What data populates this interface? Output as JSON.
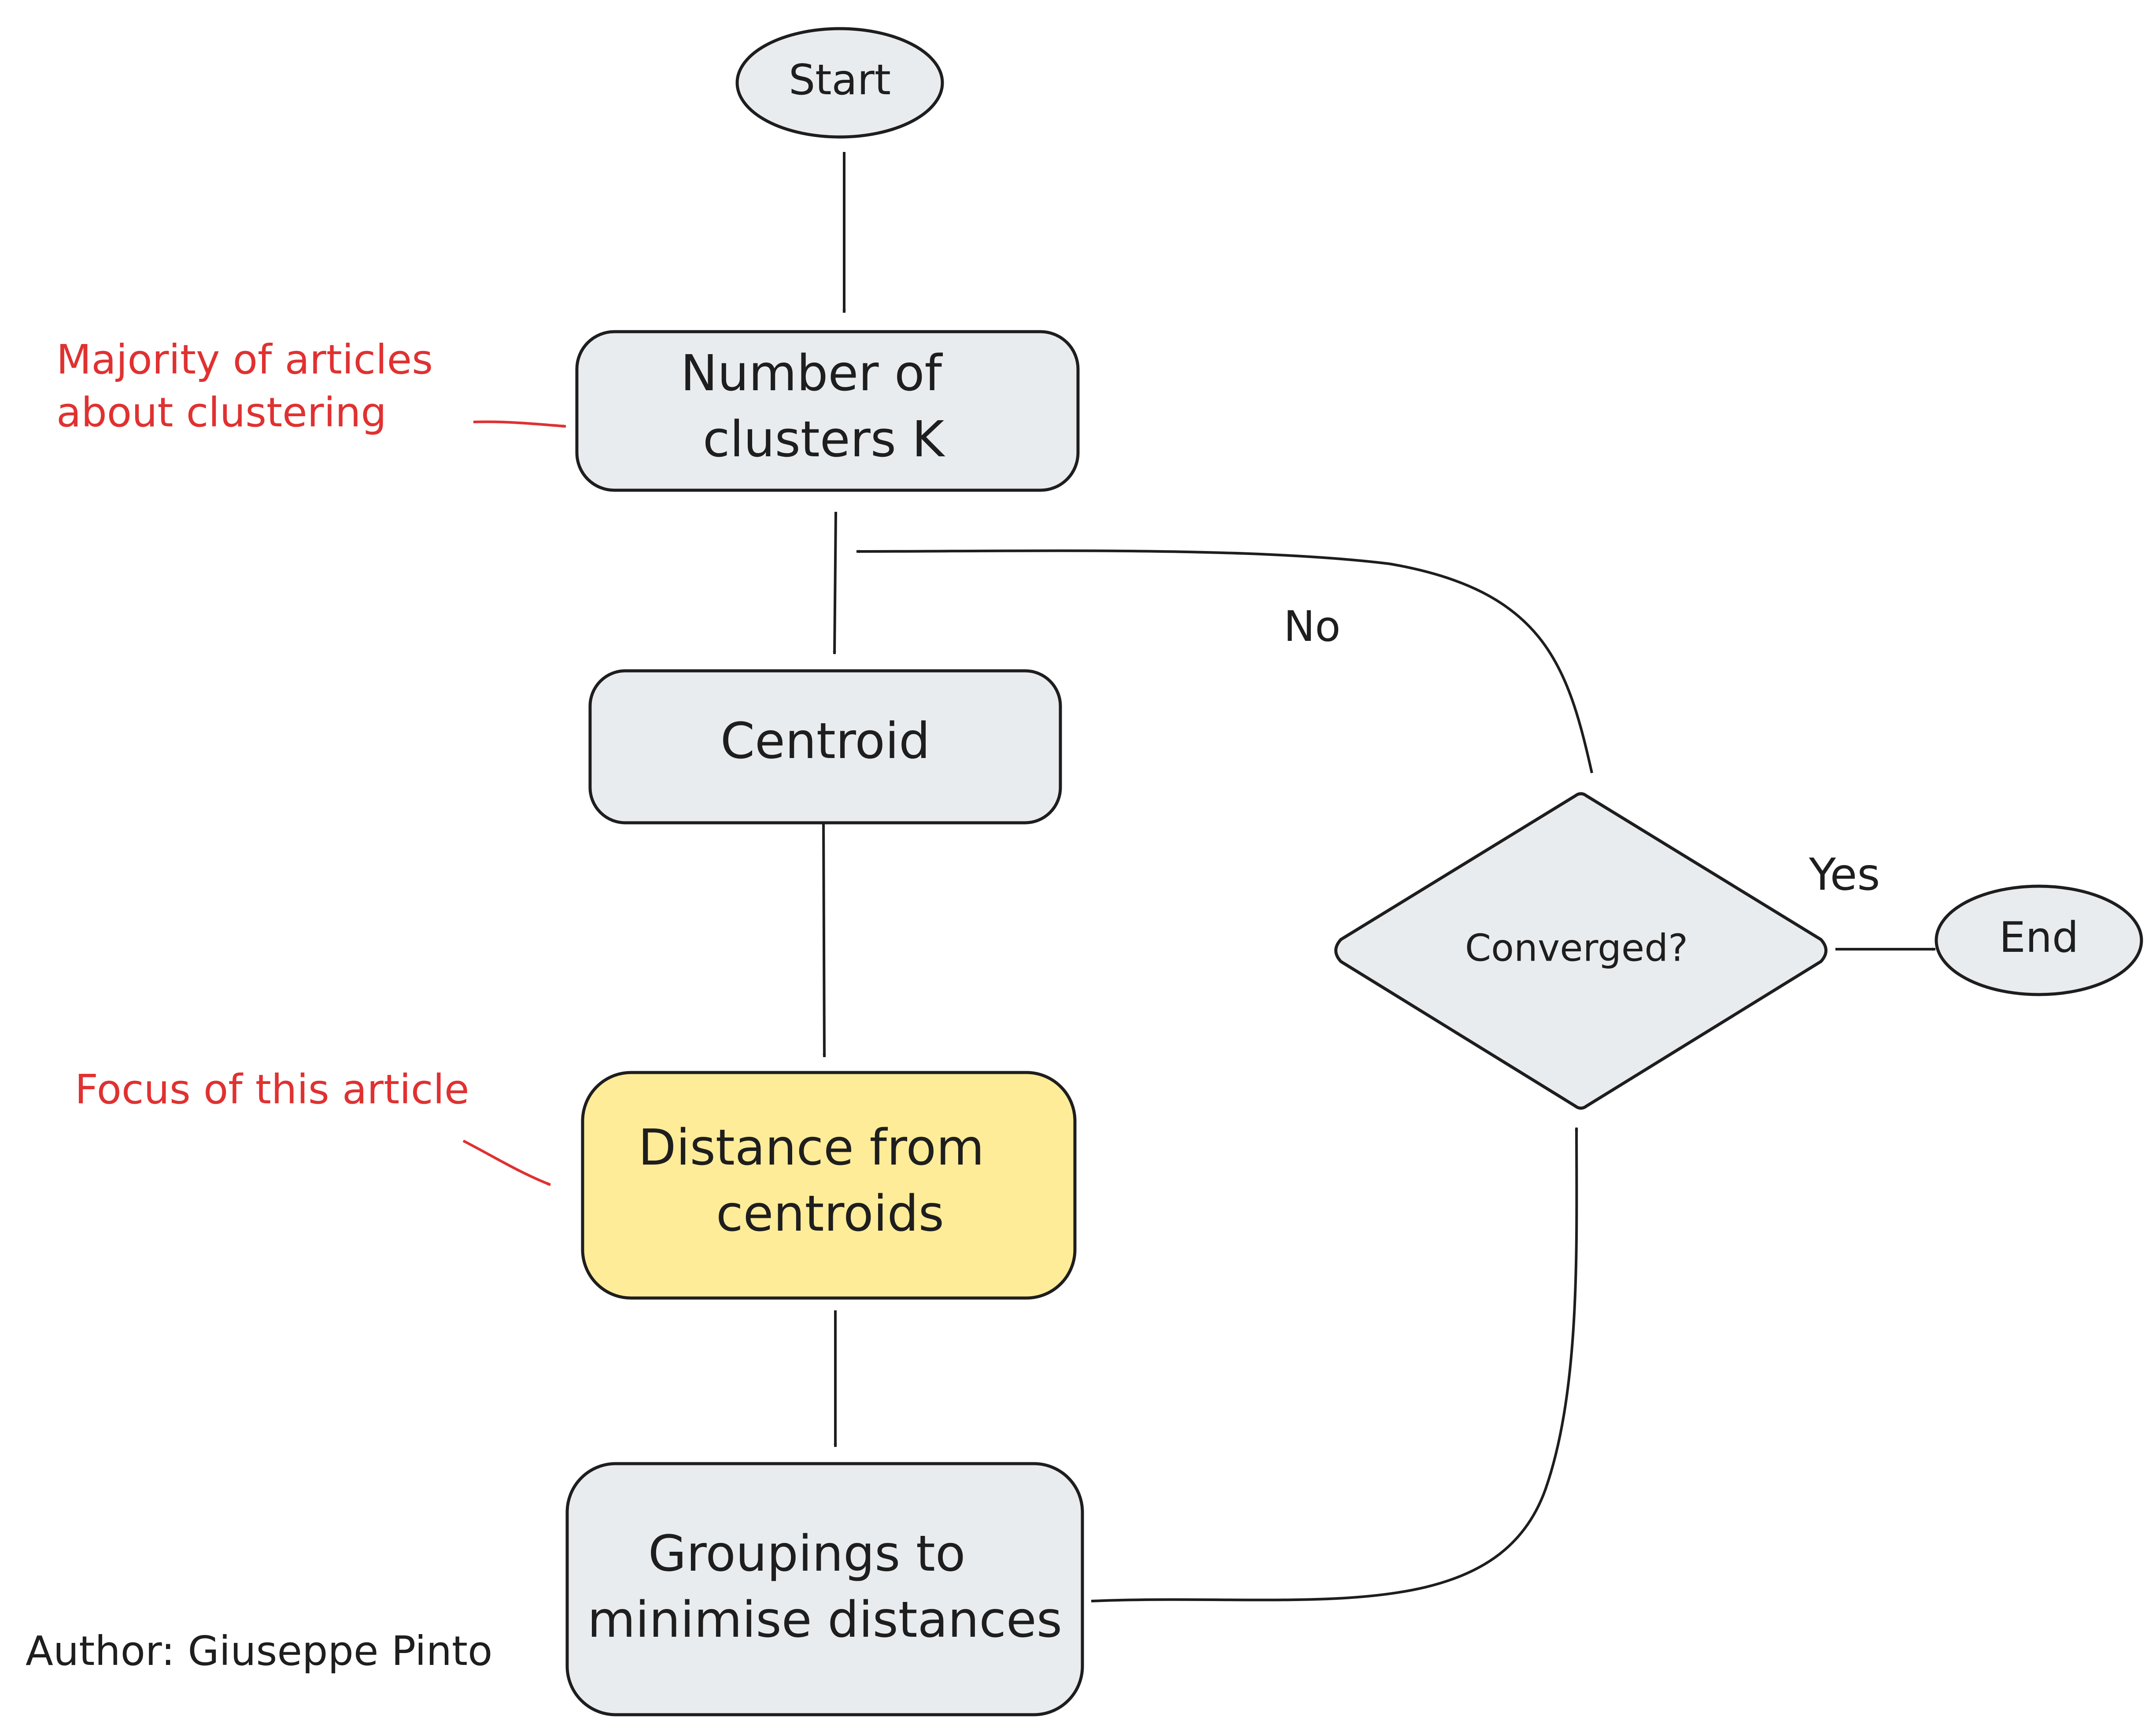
{
  "nodes": {
    "start": {
      "label": "Start",
      "shape": "ellipse",
      "fill": "#e9ecef"
    },
    "number_of_clusters": {
      "lines": [
        "Number of",
        "clusters K"
      ],
      "shape": "rounded-rect",
      "fill": "#e9ecef"
    },
    "centroid": {
      "label": "Centroid",
      "shape": "rounded-rect",
      "fill": "#e9ecef"
    },
    "distance_from_centroids": {
      "lines": [
        "Distance from",
        "centroids"
      ],
      "shape": "rounded-rect",
      "fill": "#ffec99",
      "highlighted": true
    },
    "groupings": {
      "lines": [
        "Groupings to",
        "minimise distances"
      ],
      "shape": "rounded-rect",
      "fill": "#e9ecef"
    },
    "converged": {
      "label": "Converged?",
      "shape": "diamond",
      "fill": "#e9ecef"
    },
    "end": {
      "label": "End",
      "shape": "ellipse",
      "fill": "#e9ecef"
    }
  },
  "edges": [
    {
      "from": "start",
      "to": "number_of_clusters",
      "label": ""
    },
    {
      "from": "number_of_clusters",
      "to": "centroid",
      "label": ""
    },
    {
      "from": "centroid",
      "to": "distance_from_centroids",
      "label": ""
    },
    {
      "from": "distance_from_centroids",
      "to": "groupings",
      "label": ""
    },
    {
      "from": "groupings",
      "to": "converged",
      "label": ""
    },
    {
      "from": "converged",
      "to": "centroid",
      "label": "No"
    },
    {
      "from": "converged",
      "to": "end",
      "label": "Yes"
    }
  ],
  "edge_labels": {
    "no": "No",
    "yes": "Yes"
  },
  "annotations": {
    "majority_lines": [
      "Majority of articles",
      "about clustering"
    ],
    "focus": "Focus of this article",
    "author": "Author: Giuseppe Pinto"
  },
  "colors": {
    "stroke": "#1e1e1e",
    "annotation": "#e03131",
    "node_fill": "#e9ecef",
    "highlight_fill": "#ffec99"
  }
}
